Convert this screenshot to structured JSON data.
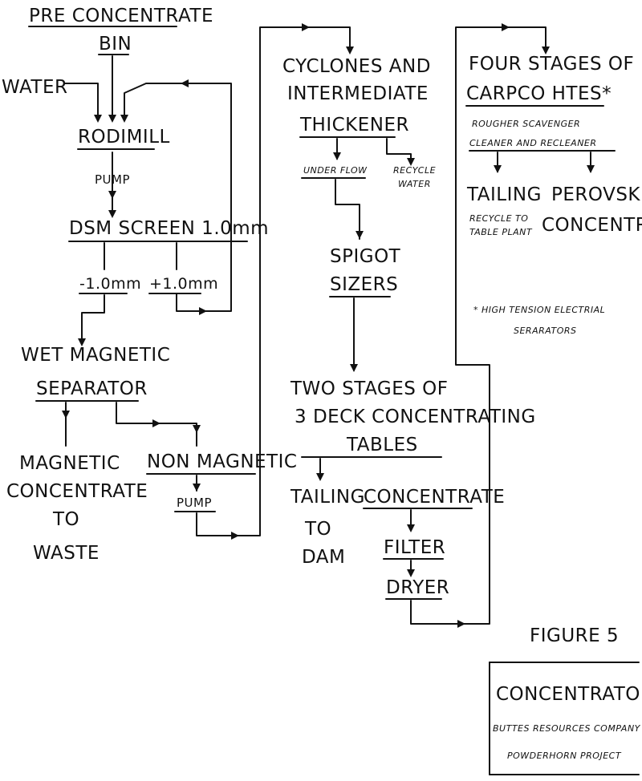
{
  "nodes": {
    "preconcentrate": "PRE CONCENTRATE",
    "bin": "BIN",
    "water": "WATER",
    "rodmill": "RODIMILL",
    "pump1": "PUMP",
    "dsm_screen": "DSM SCREEN 1.0mm",
    "minus_1mm": "-1.0mm",
    "plus_1mm": "+1.0mm",
    "wet_magnetic": "WET MAGNETIC",
    "separator": "SEPARATOR",
    "magnetic_concentrate": [
      "MAGNETIC",
      "CONCENTRATE",
      "TO",
      "WASTE"
    ],
    "non_magnetic": "NON MAGNETIC",
    "pump2": "PUMP",
    "cyclones": [
      "CYCLONES AND",
      "INTERMEDIATE"
    ],
    "thickener": "THICKENER",
    "underflow": "UNDER FLOW",
    "recycle_water": [
      "RECYCLE",
      "WATER"
    ],
    "spigot": "SPIGOT",
    "sizers": "SIZERS",
    "two_stages": [
      "TWO STAGES OF",
      "3 DECK CONCENTRATING",
      "TABLES"
    ],
    "tailing_dam": [
      "TAILING",
      "TO",
      "DAM"
    ],
    "concentrate": "CONCENTRATE",
    "filter": "FILTER",
    "dryer": "DRYER",
    "four_stages": "FOUR STAGES OF",
    "carpco": "CARPCO HTES*",
    "rougher": "ROUGHER SCAVENGER",
    "cleaner": "CLEANER AND RECLEANER",
    "tailing": "TAILING",
    "recycle_table": [
      "RECYCLE TO",
      "TABLE PLANT"
    ],
    "perovskite": [
      "PEROVSKITE",
      "CONCENTRATE"
    ],
    "footnote": [
      "* HIGH TENSION ELECTRIAL",
      "SERARATORS"
    ]
  },
  "figure_label": "FIGURE 5",
  "title_block": {
    "title": "CONCENTRATOR",
    "company": "BUTTES RESOURCES COMPANY",
    "project": "POWDERHORN PROJECT"
  }
}
